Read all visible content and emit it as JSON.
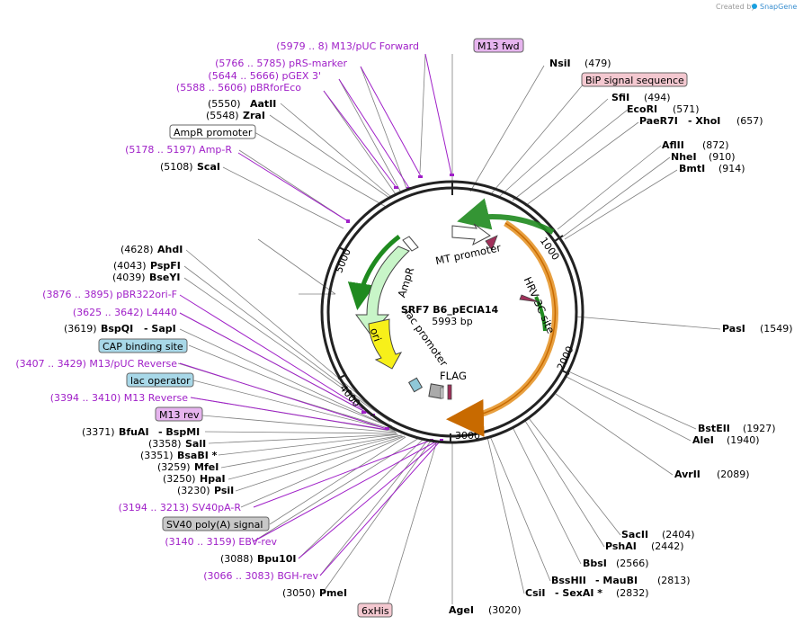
{
  "brand": {
    "created_by": "Created by",
    "name": "SnapGene"
  },
  "plasmid": {
    "name": "SRF7 B6_pECIA14",
    "length": "5993 bp"
  },
  "ticks": [
    "1000",
    "2000",
    "3000",
    "4000",
    "5000"
  ],
  "inner_features": [
    "MT promoter",
    "AmpR",
    "HRV 3C site",
    "ori",
    "lac promoter",
    "FLAG"
  ],
  "top_right": [
    {
      "enzyme": "NsiI",
      "pos": "(479)"
    },
    {
      "box": "BiP signal sequence"
    },
    {
      "enzyme": "SfiI",
      "pos": "(494)"
    },
    {
      "enzyme": "EcoRI",
      "pos": "(571)"
    },
    {
      "enzyme": "PaeR7I",
      "sep": "- XhoI",
      "pos": "(657)"
    },
    {
      "enzyme": "AflII",
      "pos": "(872)"
    },
    {
      "enzyme": "NheI",
      "pos": "(910)"
    },
    {
      "enzyme": "BmtI",
      "pos": "(914)"
    }
  ],
  "right": [
    {
      "enzyme": "PasI",
      "pos": "(1549)"
    },
    {
      "enzyme": "BstEII",
      "pos": "(1927)"
    },
    {
      "enzyme": "AleI",
      "pos": "(1940)"
    },
    {
      "enzyme": "AvrII",
      "pos": "(2089)"
    },
    {
      "enzyme": "SacII",
      "pos": "(2404)"
    },
    {
      "enzyme": "PshAI",
      "pos": "(2442)"
    },
    {
      "enzyme": "BbsI",
      "pos": "(2566)"
    },
    {
      "enzyme": "BssHII",
      "sep": "- MauBI",
      "pos": "(2813)"
    },
    {
      "enzyme": "CsiI",
      "sep": "- SexAI *",
      "pos": "(2832)"
    },
    {
      "enzyme": "AgeI",
      "pos": "(3020)"
    }
  ],
  "left_top": [
    {
      "primer": "(5979 .. 8)  M13/pUC Forward"
    },
    {
      "box": "M13 fwd"
    },
    {
      "primer": "(5766 .. 5785)  pRS-marker"
    },
    {
      "primer": "(5644 .. 5666)  pGEX 3'"
    },
    {
      "primer": "(5588 .. 5606)  pBRforEco"
    },
    {
      "pos": "(5550)",
      "enzyme": "AatII"
    },
    {
      "pos": "(5548)",
      "enzyme": "ZraI"
    },
    {
      "box": "AmpR promoter"
    },
    {
      "primer": "(5178 .. 5197)  Amp-R"
    },
    {
      "pos": "(5108)",
      "enzyme": "ScaI"
    }
  ],
  "left": [
    {
      "pos": "(4628)",
      "enzyme": "AhdI"
    },
    {
      "pos": "(4043)",
      "enzyme": "PspFI"
    },
    {
      "pos": "(4039)",
      "enzyme": "BseYI"
    },
    {
      "primer": "(3876 .. 3895)  pBR322ori-F"
    },
    {
      "primer": "(3625 .. 3642)  L4440"
    },
    {
      "pos": "(3619)",
      "enzyme": "BspQI",
      "sep": "- SapI"
    },
    {
      "box": "CAP binding site"
    },
    {
      "primer": "(3407 .. 3429)  M13/pUC Reverse"
    },
    {
      "box": "lac operator"
    },
    {
      "primer": "(3394 .. 3410)  M13 Reverse"
    },
    {
      "box": "M13 rev"
    },
    {
      "pos": "(3371)",
      "enzyme": "BfuAI",
      "sep": "- BspMI"
    },
    {
      "pos": "(3358)",
      "enzyme": "SalI"
    },
    {
      "pos": "(3351)",
      "enzyme": "BsaBI *"
    },
    {
      "pos": "(3259)",
      "enzyme": "MfeI"
    },
    {
      "pos": "(3250)",
      "enzyme": "HpaI"
    },
    {
      "pos": "(3230)",
      "enzyme": "PsiI"
    },
    {
      "primer": "(3194 .. 3213)  SV40pA-R"
    },
    {
      "box": "SV40 poly(A) signal"
    },
    {
      "primer": "(3140 .. 3159)  EBV-rev"
    },
    {
      "pos": "(3088)",
      "enzyme": "Bpu10I"
    },
    {
      "primer": "(3066 .. 3083)  BGH-rev"
    },
    {
      "pos": "(3050)",
      "enzyme": "PmeI"
    },
    {
      "box": "6xHis"
    }
  ]
}
